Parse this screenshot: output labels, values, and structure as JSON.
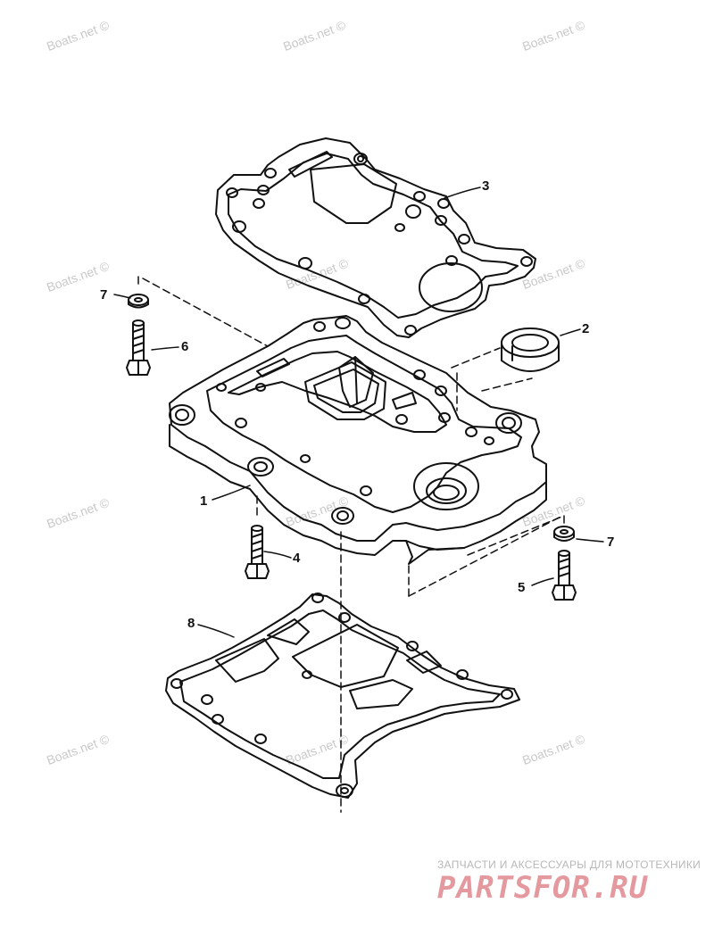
{
  "watermark_text": "Boats.net ©",
  "callouts": {
    "c1": "1",
    "c2": "2",
    "c3": "3",
    "c4": "4",
    "c5": "5",
    "c6": "6",
    "c7a": "7",
    "c7b": "7",
    "c8": "8"
  },
  "footer": {
    "tagline": "ЗАПЧАСТИ И АКСЕССУАРЫ ДЛЯ МОТОТЕХНИКИ",
    "logo": "PARTSFOR.RU"
  },
  "colors": {
    "line": "#111111",
    "watermark": "#c9c9c9",
    "logo": "#e4999f"
  }
}
